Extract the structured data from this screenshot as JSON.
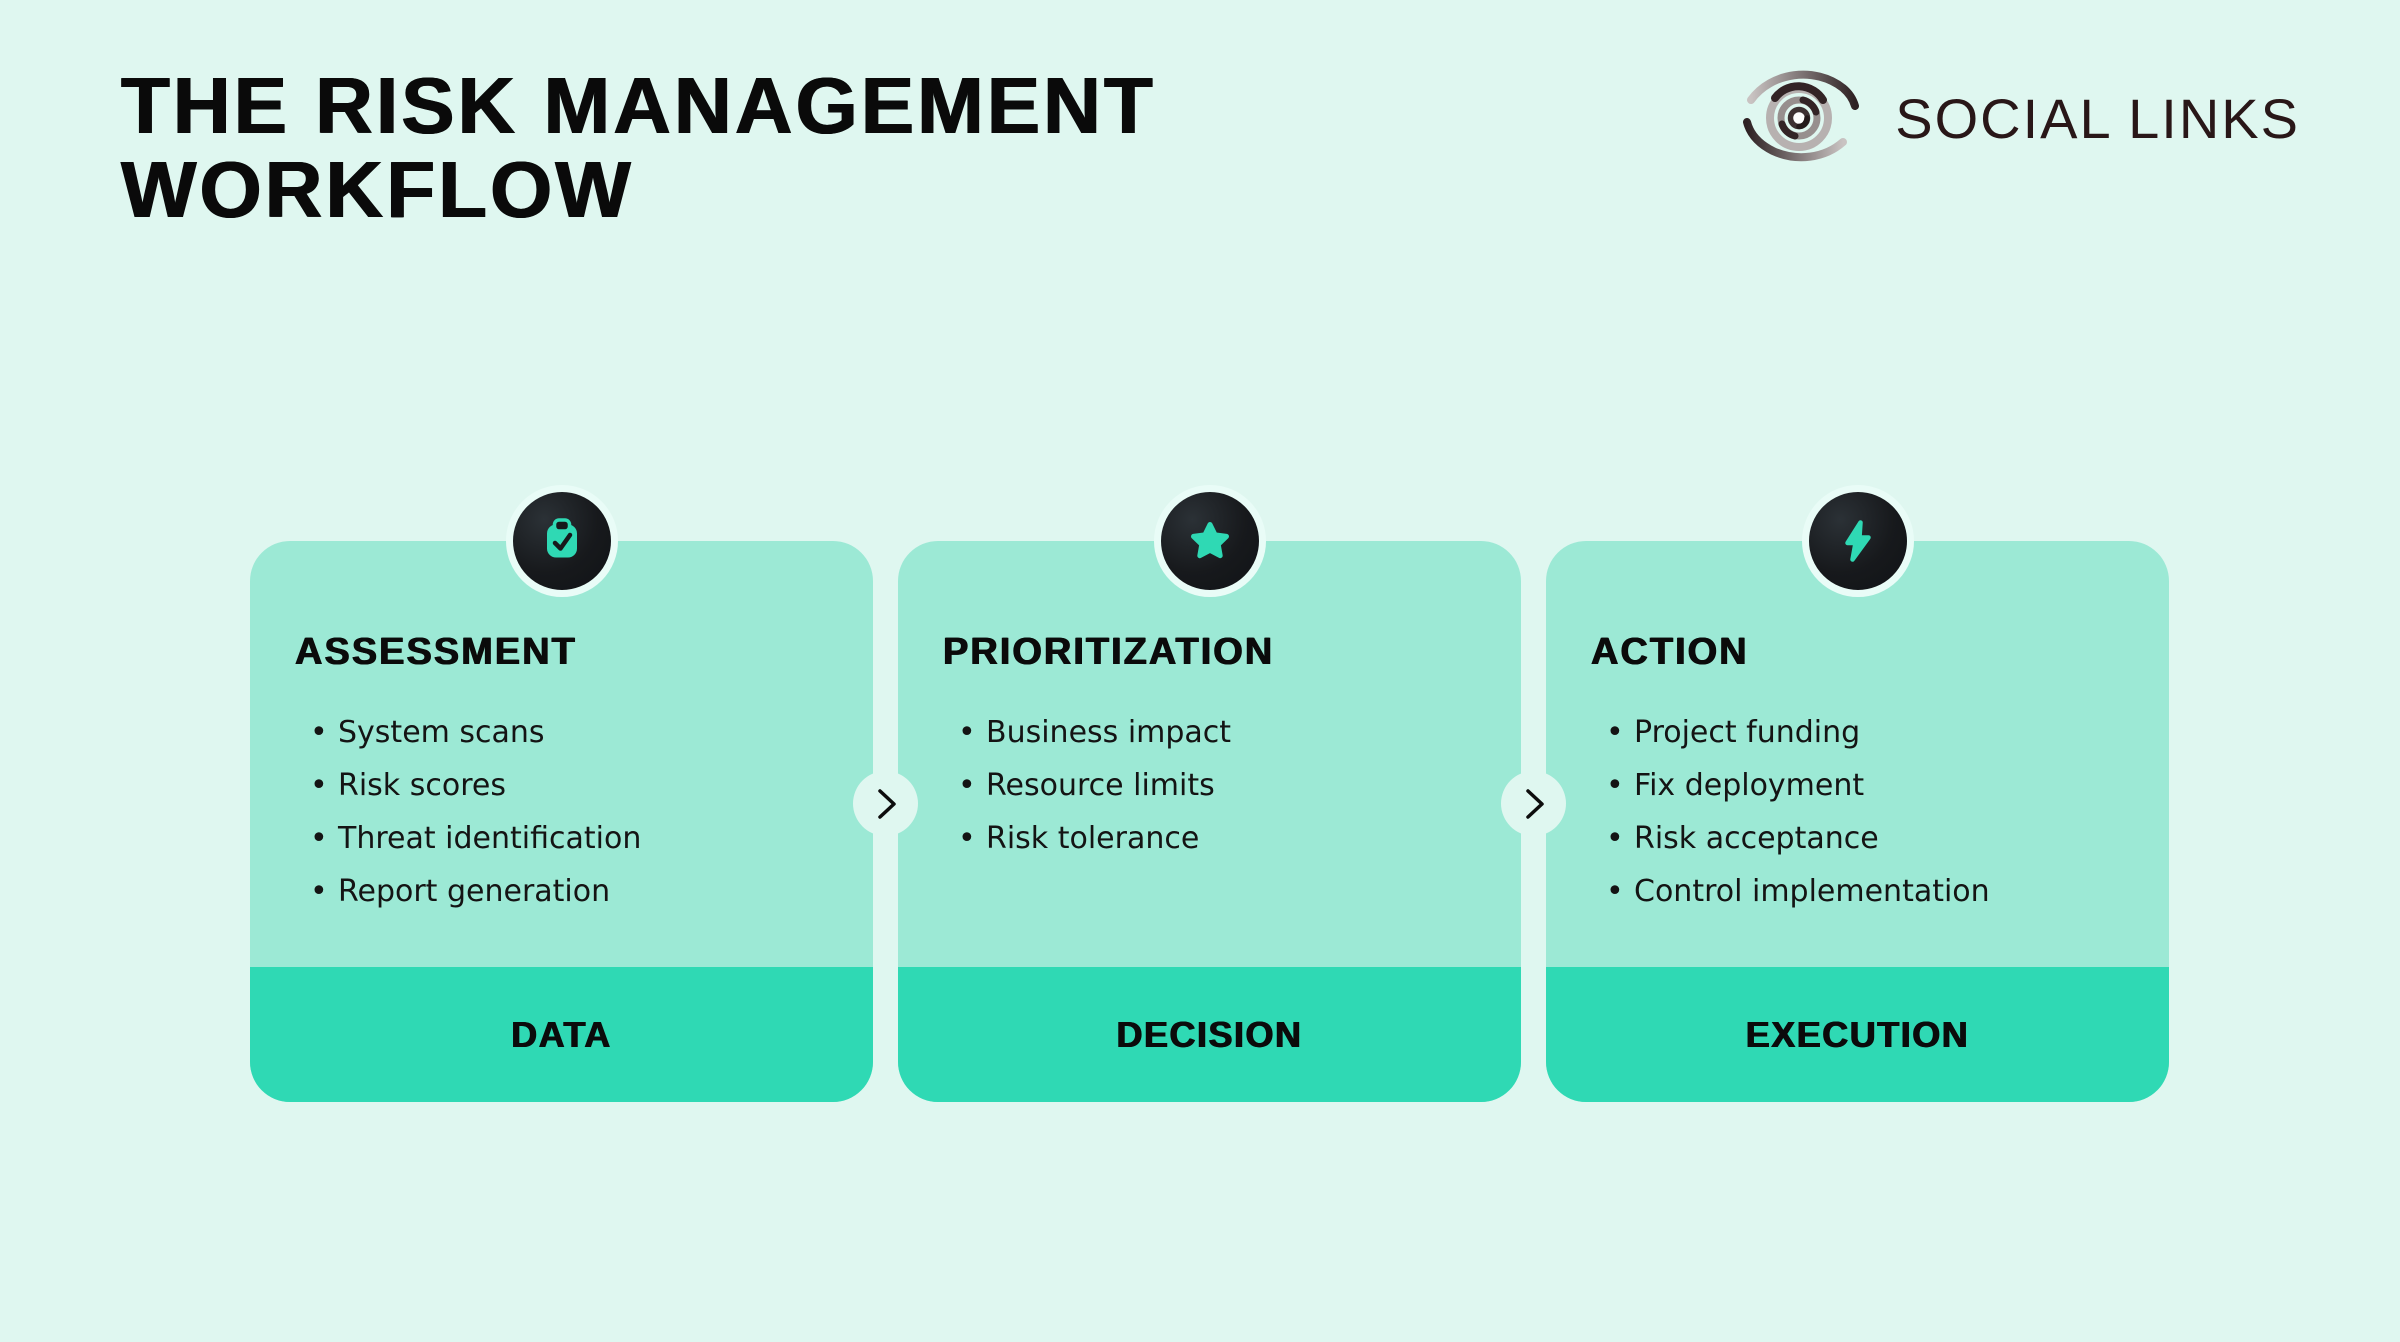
{
  "header": {
    "title_line1": "THE RISK MANAGEMENT",
    "title_line2": "WORKFLOW"
  },
  "logo": {
    "text": "SOCIAL LINKS",
    "icon": "eye-logo-icon"
  },
  "cards": [
    {
      "icon": "clipboard-check-icon",
      "title": "ASSESSMENT",
      "items": [
        "System scans",
        "Risk scores",
        "Threat identification",
        "Report generation"
      ],
      "footer": "DATA"
    },
    {
      "icon": "star-icon",
      "title": "PRIORITIZATION",
      "items": [
        "Business impact",
        "Resource limits",
        "Risk tolerance"
      ],
      "footer": "DECISION"
    },
    {
      "icon": "bolt-icon",
      "title": "ACTION",
      "items": [
        "Project funding",
        "Fix deployment",
        "Risk acceptance",
        "Control implementation"
      ],
      "footer": "EXECUTION"
    }
  ],
  "connectors": {
    "icon": "arrow-next-icon"
  },
  "colors": {
    "background": "#dff7f0",
    "card_body": "#9ce9d5",
    "accent_teal": "#2fd9b4",
    "badge_dark": "#17191c",
    "badge_ring": "#e9fcf7",
    "text": "#0b0b0b",
    "logo_text": "#291718"
  }
}
